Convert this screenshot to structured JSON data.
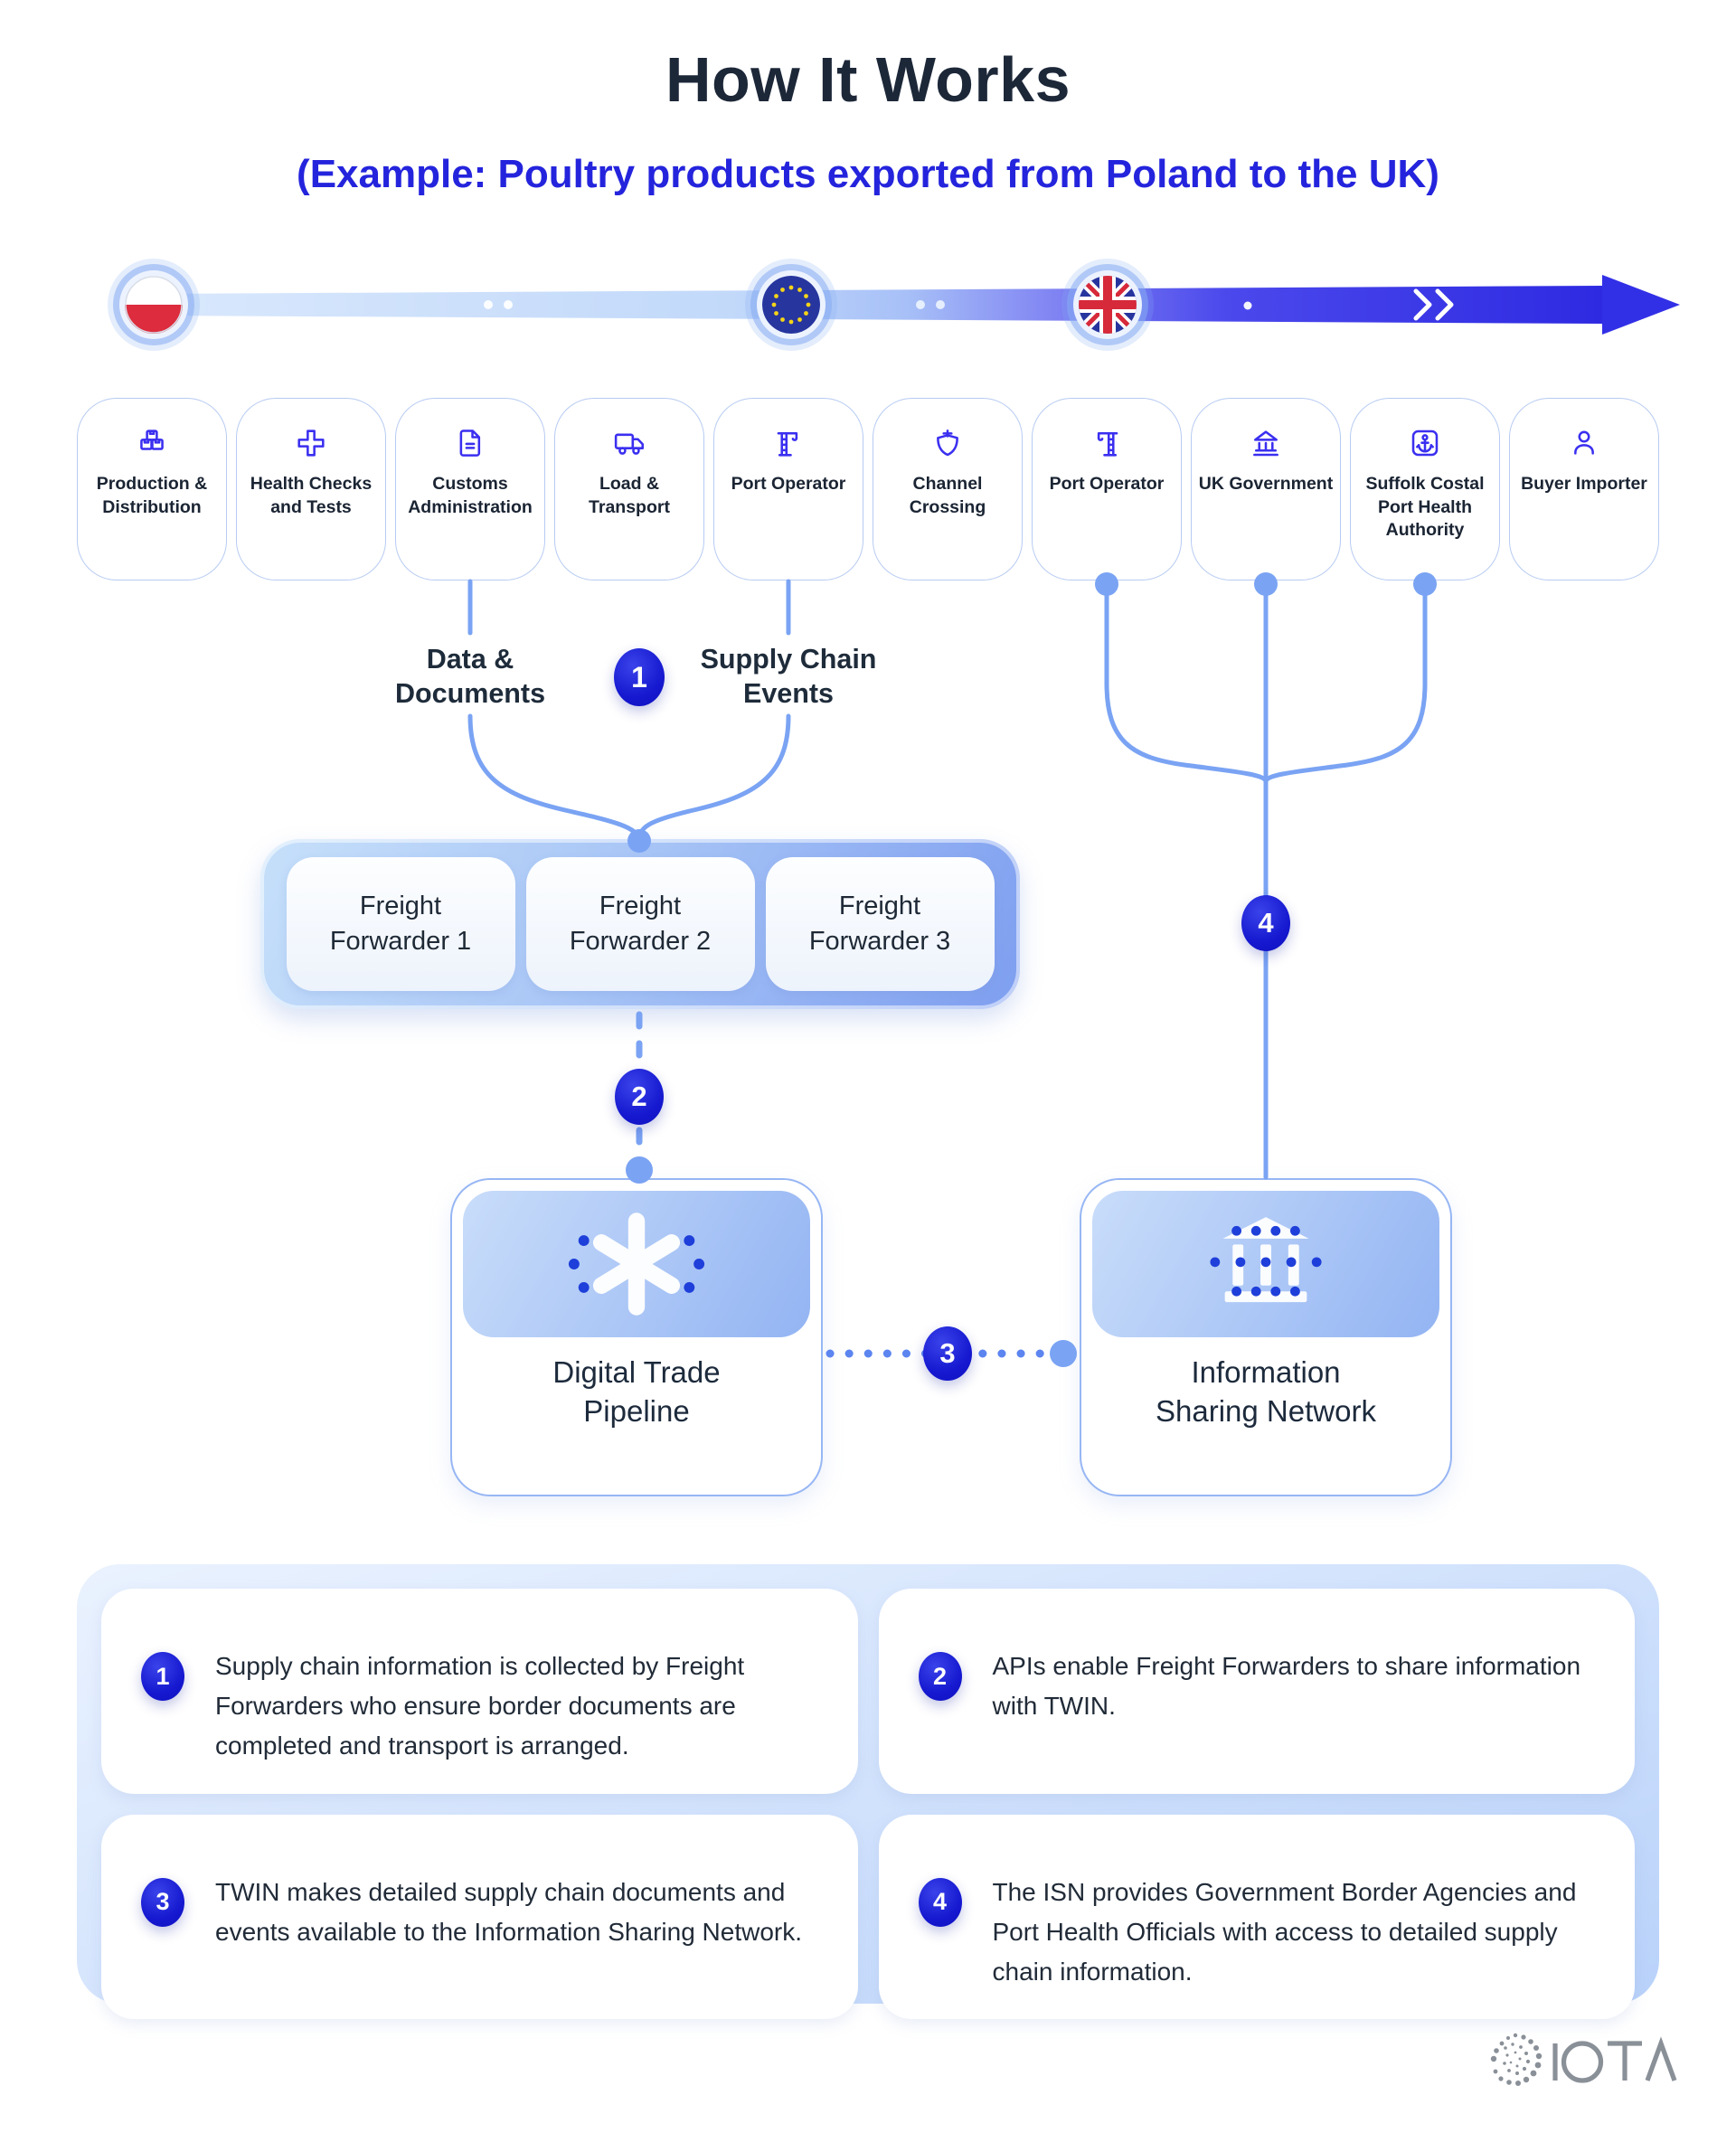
{
  "title": "How It Works",
  "subtitle": "(Example: Poultry products exported from Poland to the UK)",
  "timeline": {
    "flags": [
      {
        "name": "Poland"
      },
      {
        "name": "European Union"
      },
      {
        "name": "United Kingdom"
      }
    ]
  },
  "stakeholders": [
    {
      "label": "Production & Distribution",
      "icon": "boxes-icon"
    },
    {
      "label": "Health Checks and Tests",
      "icon": "medical-cross-icon"
    },
    {
      "label": "Customs Administration",
      "icon": "document-icon"
    },
    {
      "label": "Load & Transport",
      "icon": "truck-icon"
    },
    {
      "label": "Port Operator",
      "icon": "crane-icon"
    },
    {
      "label": "Channel Crossing",
      "icon": "ship-icon"
    },
    {
      "label": "Port Operator",
      "icon": "crane-icon"
    },
    {
      "label": "UK Government",
      "icon": "government-building-icon"
    },
    {
      "label": "Suffolk Costal Port Health Authority",
      "icon": "anchor-icon"
    },
    {
      "label": "Buyer Importer",
      "icon": "person-icon"
    }
  ],
  "flow": {
    "data_documents_label": "Data & Documents",
    "supply_chain_events_label": "Supply Chain Events",
    "badges": [
      "1",
      "2",
      "3",
      "4"
    ],
    "freight_forwarders": [
      "Freight Forwarder 1",
      "Freight Forwarder 2",
      "Freight Forwarder 3"
    ],
    "digital_trade_pipeline_label": "Digital Trade Pipeline",
    "information_sharing_network_label": "Information Sharing Network"
  },
  "notes": [
    {
      "number": "1",
      "text": "Supply chain information is collected by Freight Forwarders who ensure border documents are completed and transport is arranged."
    },
    {
      "number": "2",
      "text": "APIs enable Freight Forwarders to share information with TWIN."
    },
    {
      "number": "3",
      "text": "TWIN makes detailed supply chain documents and events available to the Information Sharing Network."
    },
    {
      "number": "4",
      "text": "The ISN provides Government Border Agencies and Port Health Officials with access to detailed supply chain information."
    }
  ],
  "footer": {
    "brand": "IOTA"
  },
  "colors": {
    "subtitle_blue": "#2424dd",
    "icon_blue": "#3a2ff0",
    "badge_blue": "#1518cf",
    "connector_blue": "#7aa3f3",
    "title_navy": "#1c2738"
  }
}
